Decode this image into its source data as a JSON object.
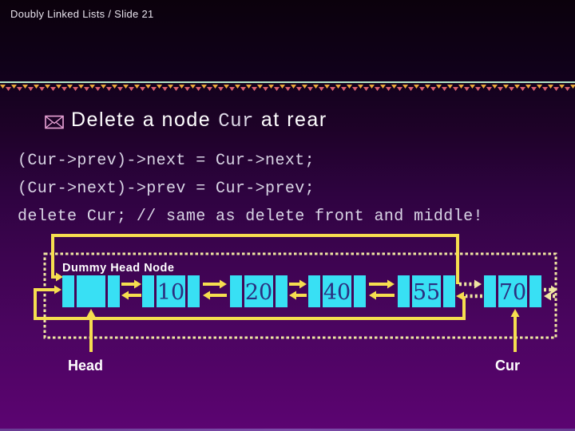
{
  "header": {
    "title": "Doubly Linked Lists / Slide 21"
  },
  "bullet": {
    "icon": "envelope-icon",
    "text_before": "Delete a node",
    "code_term": "Cur",
    "text_after": "at rear"
  },
  "code": {
    "line1": "(Cur->prev)->next = Cur->next;",
    "line2": "(Cur->next)->prev = Cur->prev;",
    "line3": "delete Cur; // same as delete front and middle!"
  },
  "diagram": {
    "box_label": "Dummy Head Node",
    "nodes": [
      {
        "name": "dummy-head",
        "value": ""
      },
      {
        "name": "node-10",
        "value": "10"
      },
      {
        "name": "node-20",
        "value": "20"
      },
      {
        "name": "node-40",
        "value": "40"
      },
      {
        "name": "node-55",
        "value": "55"
      },
      {
        "name": "node-70",
        "value": "70"
      }
    ],
    "pointers": {
      "head_label": "Head",
      "cur_label": "Cur"
    }
  },
  "colors": {
    "bg-top": "#0b010c",
    "bg-bottom": "#5c0472",
    "node-cyan": "#38e0f4",
    "value-navy": "#2b2f80",
    "arrow-yellow": "#f6de4f",
    "dotted-yellow": "#f0e6a2",
    "divider-mint": "#b2e6c8",
    "divider-gold": "#eaa83a",
    "divider-pink": "#d8606e",
    "envelope-pink": "#eba5d8",
    "code-text": "#d9d5e5",
    "title-text": "#ffffff"
  }
}
